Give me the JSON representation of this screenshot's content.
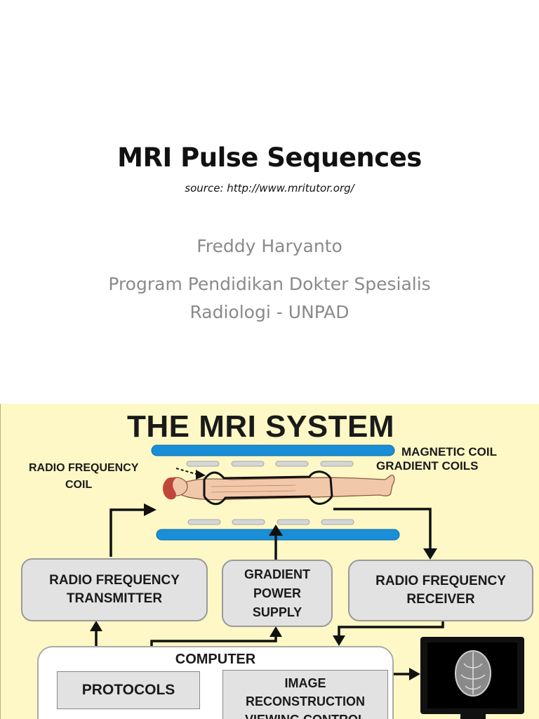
{
  "slide": {
    "title": "MRI Pulse Sequences",
    "source": "source: http://www.mritutor.org/",
    "author": "Freddy Haryanto",
    "affiliation_line1": "Program Pendidikan Dokter Spesialis",
    "affiliation_line2": "Radiologi - UNPAD"
  },
  "diagram": {
    "title": "THE MRI SYSTEM",
    "labels": {
      "magnetic_coil": "MAGNETIC COIL",
      "gradient_coils": "GRADIENT COILS",
      "rf_coil_line1": "RADIO FREQUENCY",
      "rf_coil_line2": "COIL"
    },
    "boxes": {
      "rf_transmitter_line1": "RADIO FREQUENCY",
      "rf_transmitter_line2": "TRANSMITTER",
      "gradient_line1": "GRADIENT",
      "gradient_line2": "POWER",
      "gradient_line3": "SUPPLY",
      "rf_receiver_line1": "RADIO FREQUENCY",
      "rf_receiver_line2": "RECEIVER",
      "computer": "COMPUTER",
      "protocols": "PROTOCOLS",
      "image_line1": "IMAGE",
      "image_line2": "RECONSTRUCTION",
      "image_line3": "VIEWING CONTROL"
    },
    "colors": {
      "background": "#fdf8c6",
      "magnet_bar": "#1a8fd8",
      "box_fill": "#e2e2e2"
    }
  }
}
